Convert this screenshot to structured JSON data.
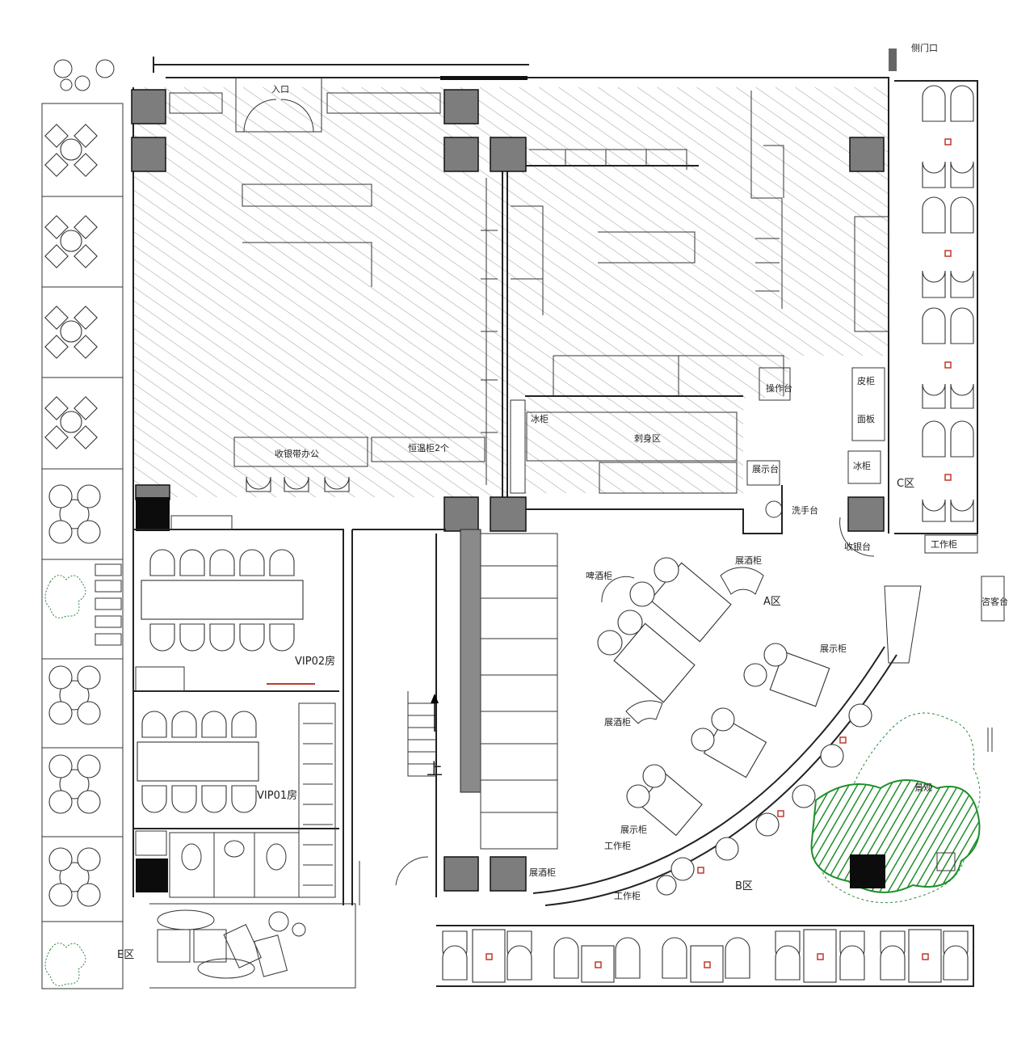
{
  "colors": {
    "line": "#222222",
    "column": "#7d7d7d",
    "tree": "#1f8f2a",
    "marker": "#c0392b",
    "hatch": "#9a9a9a"
  },
  "labels": {
    "entrance": "入口",
    "cashier_office": "收银带办公",
    "warm_cabinet": "恒温柜2个",
    "ice_cabinet": "冰柜",
    "sashimi_area": "刺身区",
    "operation_table": "操作台",
    "leather_cabinet_top": "皮柜",
    "leather_cabinet_bottom": "面板",
    "ice_cabinet_2": "冰柜",
    "display_table": "展示台",
    "wash_table": "洗手台",
    "cashier": "收银台",
    "c_zone": "C区",
    "a_zone": "A区",
    "b_zone": "B区",
    "e_zone": "E区",
    "beer_cabinet": "啤酒柜",
    "display_cabinet_1": "展酒柜",
    "display_cabinet_2": "展示柜",
    "display_cabinet_3": "展酒柜",
    "display_cabinet_4": "展示柜",
    "display_cabinet_5": "展酒柜",
    "work_cabinet_1": "工作柜",
    "work_cabinet_2": "工作柜",
    "work_cabinet_3": "工作柜",
    "vip02": "VIP02房",
    "vip01": "VIP01房",
    "up": "上",
    "scenery": "景观",
    "service_desk": "咨客台",
    "top_right_tag": "侧门口"
  }
}
